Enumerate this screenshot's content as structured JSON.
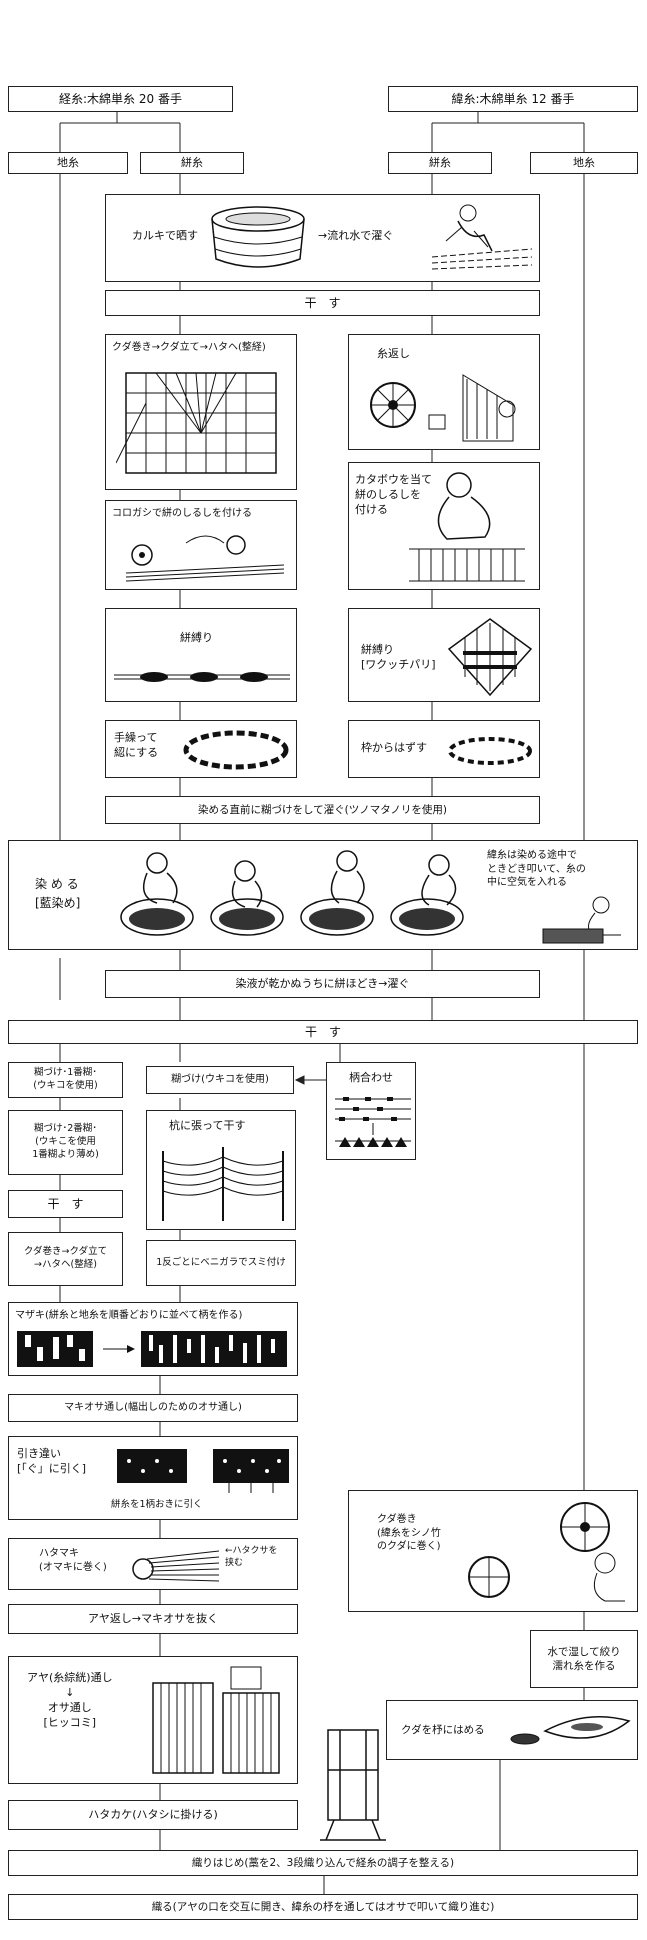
{
  "top": {
    "warp": "経糸:木綿単糸 20 番手",
    "weft": "緯糸:木綿単糸 12 番手",
    "jiito_left": "地糸",
    "kasuri_left": "絣糸",
    "kasuri_right": "絣糸",
    "jiito_right": "地糸"
  },
  "steps": {
    "bleach": "カルキで晒す",
    "rinse": "→流れ水で濯ぐ",
    "dry1": "干　す",
    "warping": "クダ巻き→クダ立て→ハタヘ(整経)",
    "itokaeshi": "糸返し",
    "korogashi": "コロガシで絣のしるしを付ける",
    "katabou": "カタボウを当て\n絣のしるしを\n付ける",
    "kasurishibari_left": "絣縛り",
    "kasurishibari_right": "絣縛り\n[ワクッチパリ]",
    "tekuri": "手繰って\n綛にする",
    "wakukara": "枠からはずす",
    "norizuke1": "染める直前に糊づけをして濯ぐ(ツノマタノリを使用)",
    "someru": "染 め る\n[藍染め]",
    "someru_note": "緯糸は染める途中で\nときどき叩いて、糸の\n中に空気を入れる",
    "hodoki": "染液が乾かぬうちに絣ほどき→濯ぐ",
    "dry2": "干　す",
    "nori_ichiban": "糊づけ･1番糊･\n(ウキコを使用)",
    "nori_uki": "糊づけ(ウキコを使用)",
    "garaawase": "柄合わせ",
    "nori_niban": "糊づけ･2番糊･\n(ウキこを使用\n1番糊より薄め)",
    "kuihari": "杭に張って干す",
    "dry3": "干　す",
    "warping2": "クダ巻き→クダ立て\n→ハタヘ(整経)",
    "benigara": "1反ごとにベニガラでスミ付け",
    "mazaki": "マザキ(絣糸と地糸を順番どおりに並べて柄を作る)",
    "makiosa": "マキオサ通し(幅出しのためのオサ通し)",
    "hikichigai": "引き違い\n[「ぐ」に引く]",
    "hikichigai_note": "絣糸を1柄おきに引く",
    "hatamaki": "ハタマキ\n(オマキに巻く)",
    "hatakusa": "←ハタクサを\n挟む",
    "kudamaki": "クダ巻き\n(緯糸をシノ竹\nのクダに巻く)",
    "ayakaeshi": "アヤ返し→マキオサを抜く",
    "mizu": "水で湿して絞り\n濡れ糸を作る",
    "aya": "アヤ(糸綜絖)通し\n↓\nオサ通し\n[ヒッコミ]",
    "kuda_hi": "クダを杼にはめる",
    "hatakake": "ハタカケ(ハタシに掛ける)",
    "orihajime": "織りはじめ(藁を2、3段織り込んで経糸の調子を整える)",
    "oru": "織る(アヤの口を交互に開き、緯糸の杼を通してはオサで叩いて織り進む)"
  }
}
